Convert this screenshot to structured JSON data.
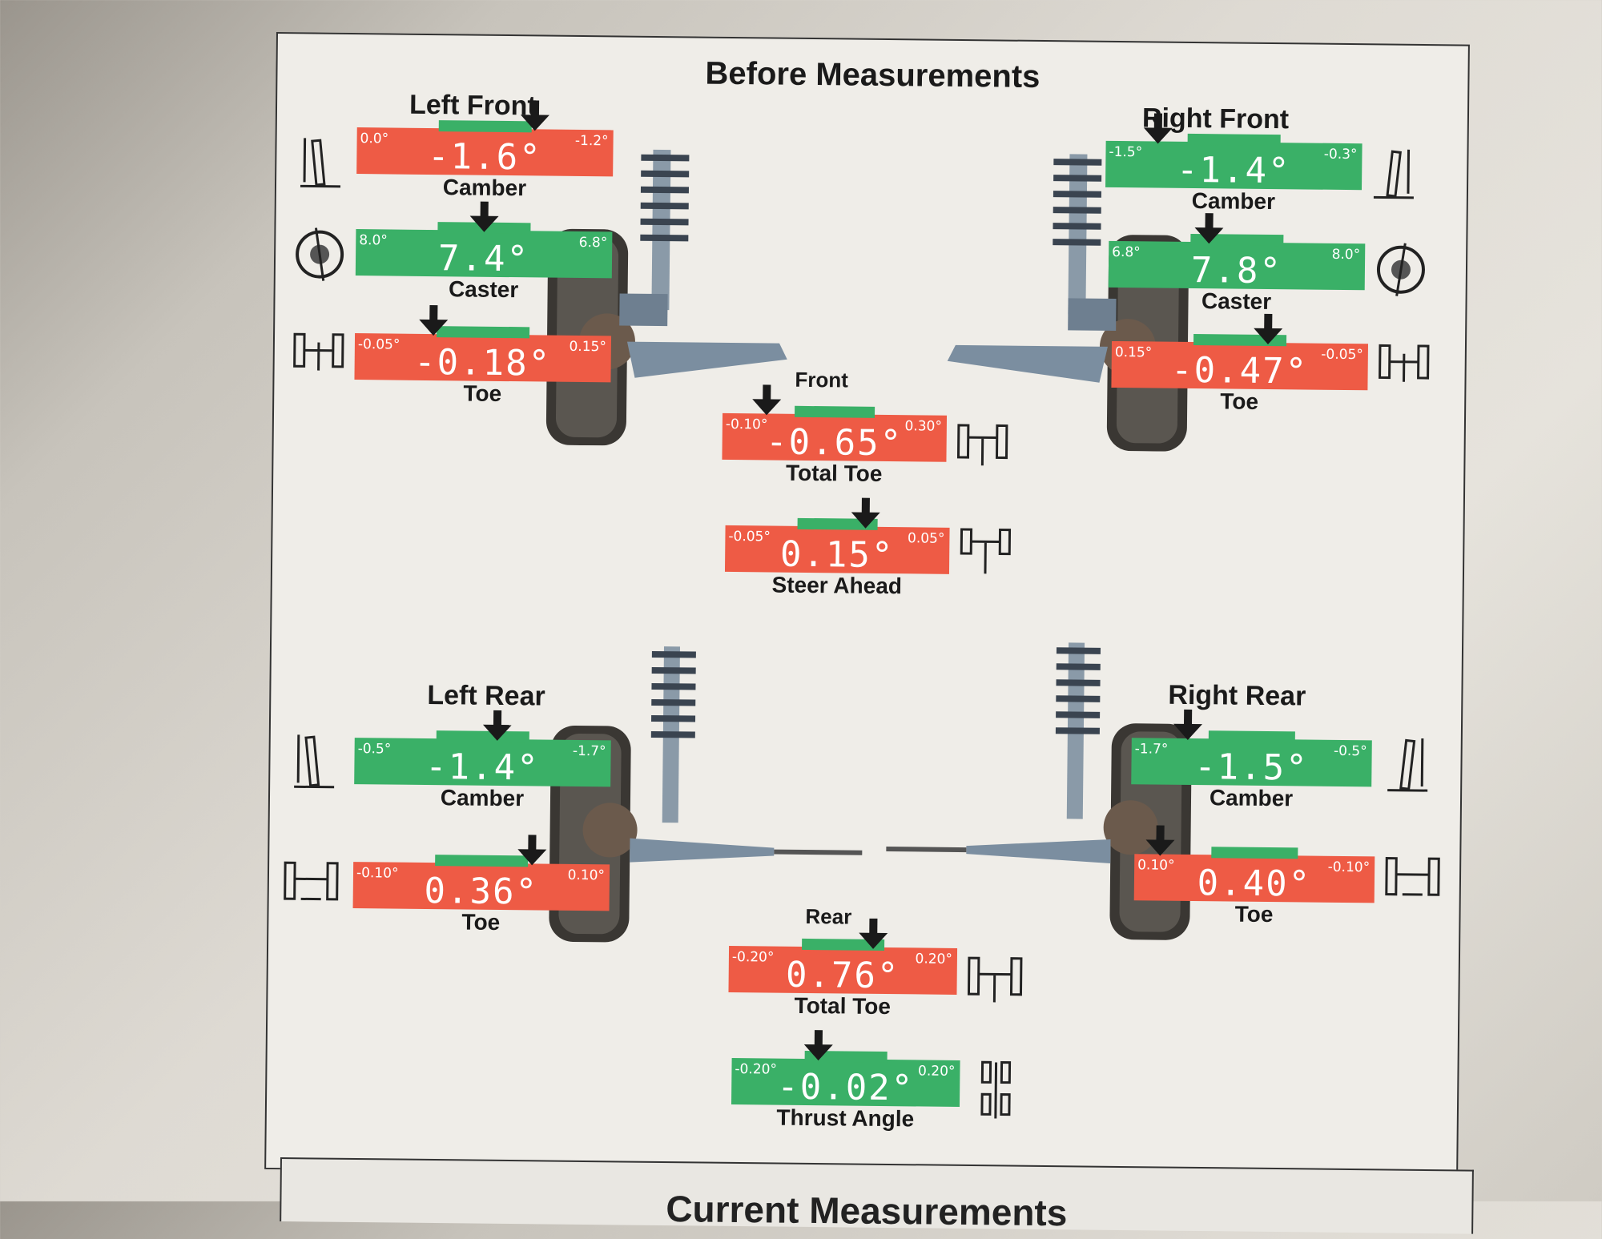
{
  "title": "Before Measurements",
  "sections": {
    "left_front": "Left Front",
    "right_front": "Right Front",
    "front": "Front",
    "left_rear": "Left Rear",
    "right_rear": "Right Rear",
    "rear": "Rear"
  },
  "gauges": {
    "lf_camber": {
      "min": "0.0°",
      "max": "-1.2°",
      "value": "-1.6°",
      "label": "Camber",
      "status": "red"
    },
    "lf_caster": {
      "min": "8.0°",
      "max": "6.8°",
      "value": "7.4°",
      "label": "Caster",
      "status": "green"
    },
    "lf_toe": {
      "min": "-0.05°",
      "max": "0.15°",
      "value": "-0.18°",
      "label": "Toe",
      "status": "red"
    },
    "rf_camber": {
      "min": "-1.5°",
      "max": "-0.3°",
      "value": "-1.4°",
      "label": "Camber",
      "status": "green"
    },
    "rf_caster": {
      "min": "6.8°",
      "max": "8.0°",
      "value": "7.8°",
      "label": "Caster",
      "status": "green"
    },
    "rf_toe": {
      "min": "0.15°",
      "max": "-0.05°",
      "value": "-0.47°",
      "label": "Toe",
      "status": "red"
    },
    "front_total_toe": {
      "min": "-0.10°",
      "max": "0.30°",
      "value": "-0.65°",
      "label": "Total Toe",
      "status": "red"
    },
    "steer_ahead": {
      "min": "-0.05°",
      "max": "0.05°",
      "value": "0.15°",
      "label": "Steer Ahead",
      "status": "red"
    },
    "lr_camber": {
      "min": "-0.5°",
      "max": "-1.7°",
      "value": "-1.4°",
      "label": "Camber",
      "status": "green"
    },
    "lr_toe": {
      "min": "-0.10°",
      "max": "0.10°",
      "value": "0.36°",
      "label": "Toe",
      "status": "red"
    },
    "rr_camber": {
      "min": "-1.7°",
      "max": "-0.5°",
      "value": "-1.5°",
      "label": "Camber",
      "status": "green"
    },
    "rr_toe": {
      "min": "0.10°",
      "max": "-0.10°",
      "value": "0.40°",
      "label": "Toe",
      "status": "red"
    },
    "rear_total_toe": {
      "min": "-0.20°",
      "max": "0.20°",
      "value": "0.76°",
      "label": "Total Toe",
      "status": "red"
    },
    "thrust_angle": {
      "min": "-0.20°",
      "max": "0.20°",
      "value": "-0.02°",
      "label": "Thrust Angle",
      "status": "green"
    }
  },
  "next_section": "Current Measurements",
  "colors": {
    "out_of_spec": "#ee5b45",
    "in_spec": "#3ab067"
  }
}
